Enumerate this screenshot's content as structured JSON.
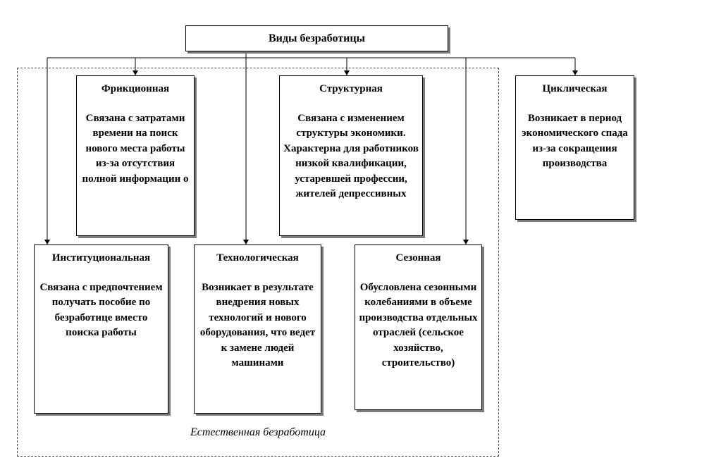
{
  "diagram": {
    "root": {
      "title": "Виды безработицы"
    },
    "types": [
      {
        "id": "frictional",
        "title": "Фрикционная",
        "description": "Связана с затратами времени на поиск нового места работы из-за отсутствия полной информации о"
      },
      {
        "id": "structural",
        "title": "Структурная",
        "description": "Связана с изменением структуры экономики. Характерна для работников низкой квалификации, устаревшей профессии, жителей депрессивных"
      },
      {
        "id": "cyclical",
        "title": "Циклическая",
        "description": "Возникает в период экономического спада из-за сокращения производства"
      },
      {
        "id": "institutional",
        "title": "Институциональная",
        "description": "Связана с предпочтением получать пособие по безработице вместо поиска работы"
      },
      {
        "id": "technological",
        "title": "Технологическая",
        "description": "Возникает в результате внедрения новых технологий и нового оборудования, что ведет к замене людей машинами"
      },
      {
        "id": "seasonal",
        "title": "Сезонная",
        "description": "Обусловлена сезонными колебаниями в объеме производства отдельных отраслей (сельское хозяйство, строительство)"
      }
    ],
    "group_label": "Естественная безработица"
  }
}
